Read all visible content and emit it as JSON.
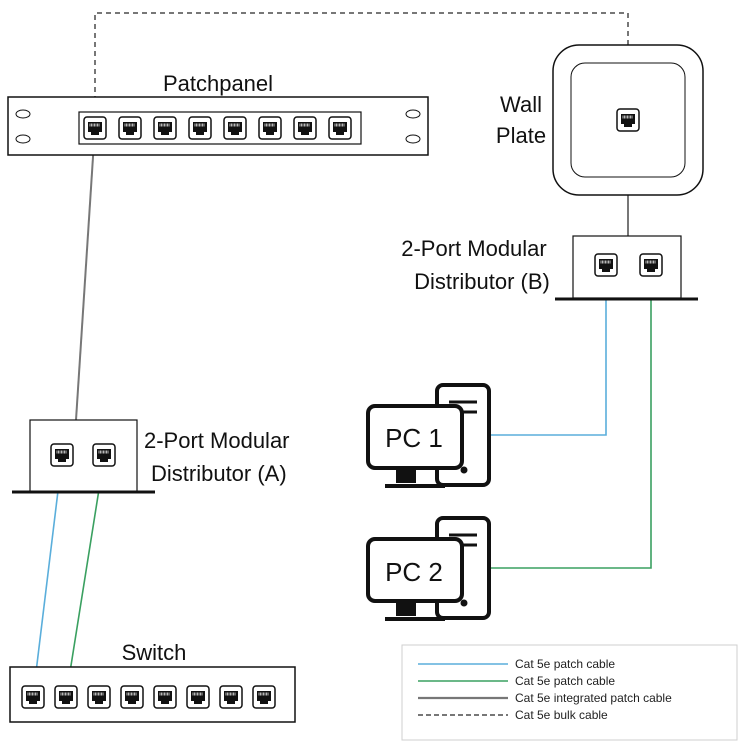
{
  "patchpanel": {
    "label": "Patchpanel",
    "ports": 8
  },
  "wall_plate": {
    "label_line1": "Wall",
    "label_line2": "Plate"
  },
  "distributor_a": {
    "label_line1": "2-Port Modular",
    "label_line2": "Distributor (A)"
  },
  "distributor_b": {
    "label_line1": "2-Port Modular",
    "label_line2": "Distributor (B)"
  },
  "pc1": {
    "label": "PC 1"
  },
  "pc2": {
    "label": "PC 2"
  },
  "switch": {
    "label": "Switch",
    "ports": 8
  },
  "colors": {
    "blue_cable": "#5aaedb",
    "green_cable": "#3aa060",
    "gray_cable": "#777777",
    "dashed_cable": "#777777"
  },
  "legend": {
    "items": [
      {
        "label": "Cat 5e patch cable",
        "style": "solid",
        "color": "#5aaedb"
      },
      {
        "label": "Cat 5e patch cable",
        "style": "solid",
        "color": "#3aa060"
      },
      {
        "label": "Cat 5e integrated patch cable",
        "style": "solid",
        "color": "#777777"
      },
      {
        "label": "Cat 5e bulk cable",
        "style": "dashed",
        "color": "#777777"
      }
    ]
  }
}
